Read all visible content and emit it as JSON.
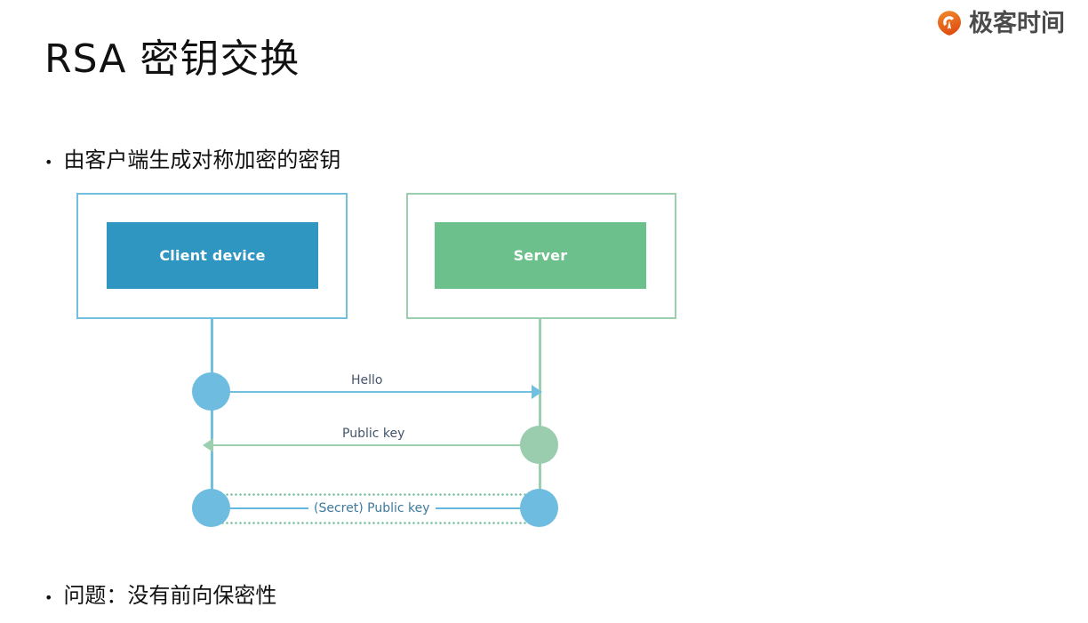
{
  "brand": {
    "name": "极客时间",
    "mark_icon": "geektime-drop-icon",
    "mark_color": "#E8600E",
    "text_color": "#4B4B4B"
  },
  "slide": {
    "title": "RSA 密钥交换",
    "bullets": [
      {
        "marker": "•",
        "text": "由客户端生成对称加密的密钥"
      },
      {
        "marker": "•",
        "text": "问题：没有前向保密性"
      }
    ]
  },
  "diagram": {
    "type": "sequence",
    "nodes": [
      {
        "id": "client",
        "label": "Client device",
        "border_color": "#72BFE0",
        "fill_color": "#2E96C0",
        "text_color": "#FFFFFF"
      },
      {
        "id": "server",
        "label": "Server",
        "border_color": "#9CCFAF",
        "fill_color": "#6CC08B",
        "text_color": "#FFFFFF"
      }
    ],
    "messages": [
      {
        "id": "hello",
        "label": "Hello",
        "from": "client",
        "to": "server",
        "direction": "right",
        "line_color": "#72BFE0",
        "label_color": "#44546A",
        "style": "solid"
      },
      {
        "id": "public-key",
        "label": "Public key",
        "from": "server",
        "to": "client",
        "direction": "left",
        "line_color": "#9CCFAF",
        "label_color": "#44546A",
        "style": "solid"
      },
      {
        "id": "secret-public-key",
        "label": "(Secret) Public key",
        "from": "client",
        "to": "server",
        "direction": "none",
        "line_color": "#63B8DD",
        "label_color": "#3E7A9E",
        "style": "encrypted-channel",
        "rail_color": "#7FC4A5"
      }
    ],
    "actor_dots": [
      {
        "id": "client-hello",
        "color": "#6EBCE0"
      },
      {
        "id": "server-pubkey",
        "color": "#9ACCAE"
      },
      {
        "id": "client-secret",
        "color": "#6EBCE0"
      },
      {
        "id": "server-secret",
        "color": "#6EBCE0"
      }
    ]
  }
}
